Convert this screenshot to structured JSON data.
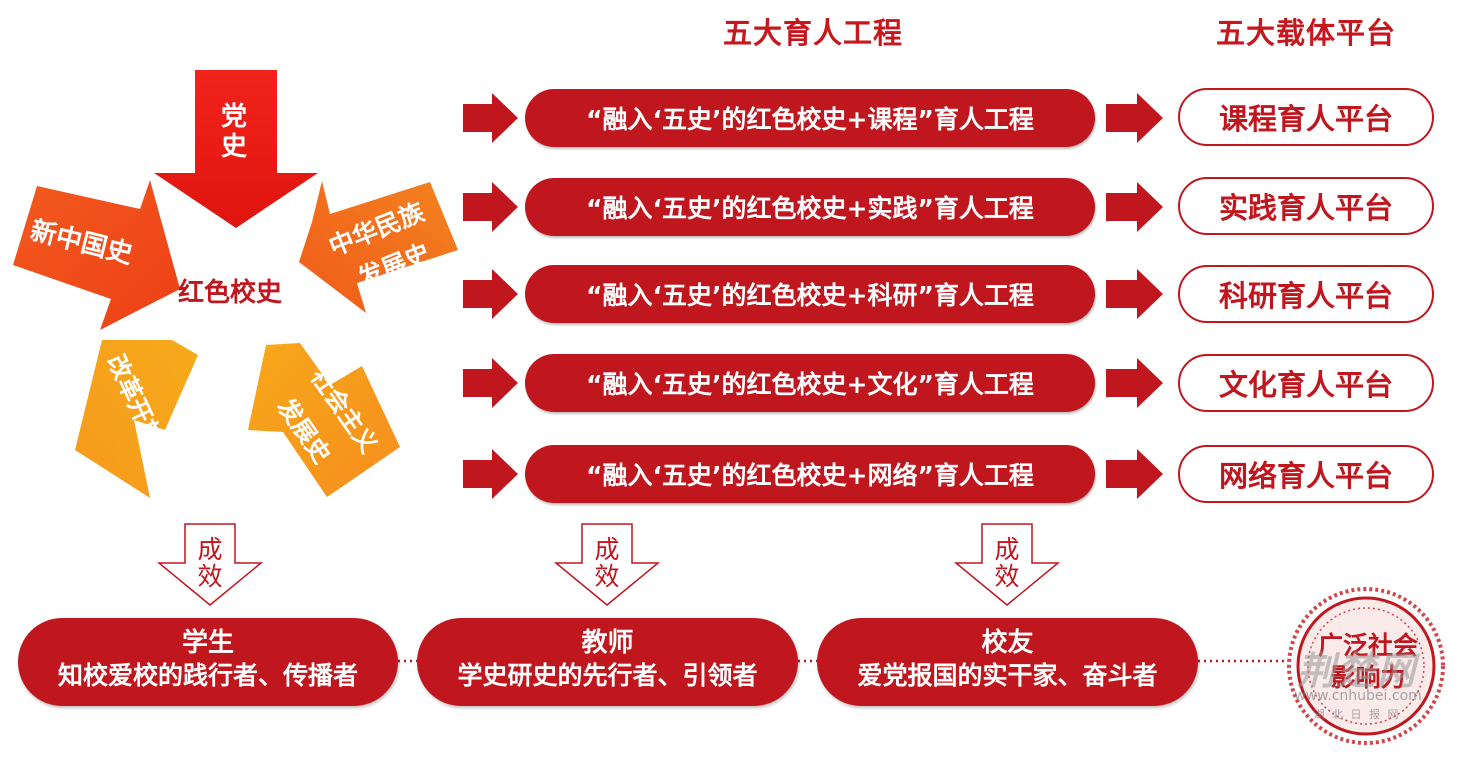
{
  "headers": {
    "programs": "五大育人工程",
    "platforms": "五大载体平台"
  },
  "star": {
    "center": "红色校史",
    "party_history": "党史",
    "new_china_history": "新中国史",
    "nation_history_line1": "中华民族",
    "nation_history_line2": "发展史",
    "reform_history": "改革开放史",
    "socialism_history_line1": "社会主义",
    "socialism_history_line2": "发展史"
  },
  "programs": [
    "“融入‘五史’的红色校史+课程”育人工程",
    "“融入‘五史’的红色校史+实践”育人工程",
    "“融入‘五史’的红色校史+科研”育人工程",
    "“融入‘五史’的红色校史+文化”育人工程",
    "“融入‘五史’的红色校史+网络”育人工程"
  ],
  "platforms": [
    "课程育人平台",
    "实践育人平台",
    "科研育人平台",
    "文化育人平台",
    "网络育人平台"
  ],
  "effect_label": [
    "成",
    "效"
  ],
  "results": [
    {
      "title": "学生",
      "subtitle": "知校爱校的践行者、传播者"
    },
    {
      "title": "教师",
      "subtitle": "学史研史的先行者、引领者"
    },
    {
      "title": "校友",
      "subtitle": "爱党报国的实干家、奋斗者"
    }
  ],
  "influence": {
    "line1": "广泛社会",
    "line2": "影响力"
  },
  "watermark": {
    "main": "荆楚网",
    "url": "www.cnhubei.com",
    "sub": "湖 北 日 报 网"
  },
  "colors": {
    "primary_red": "#c0171f",
    "header_red": "#c8161d",
    "star_top": "#ee1c15",
    "star_orange": "#f4761c",
    "star_amber": "#f8a21a"
  }
}
